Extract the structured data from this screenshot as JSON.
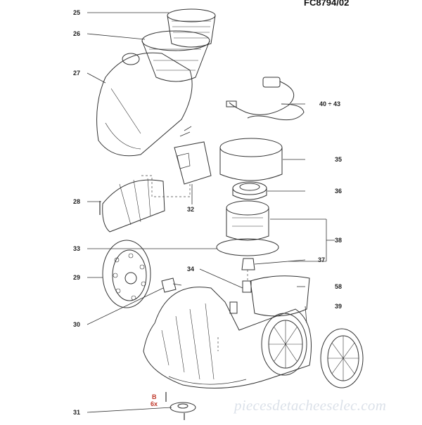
{
  "header": {
    "doc_code": "FC8794/02"
  },
  "callouts": {
    "c25": "25",
    "c26": "26",
    "c27": "27",
    "c28": "28",
    "c29": "29",
    "c30": "30",
    "c31": "31",
    "c32": "32",
    "c33": "33",
    "c34": "34",
    "c35": "35",
    "c36": "36",
    "c37": "37",
    "c38": "38",
    "c39": "39",
    "c40": "40 ÷ 43",
    "c58": "58",
    "cB": "B",
    "c6x": "6x"
  },
  "watermark": "piecesdetacheeselec.com",
  "colors": {
    "line": "#333333",
    "accent": "#c0392b",
    "watermark": "#bec8d7"
  }
}
